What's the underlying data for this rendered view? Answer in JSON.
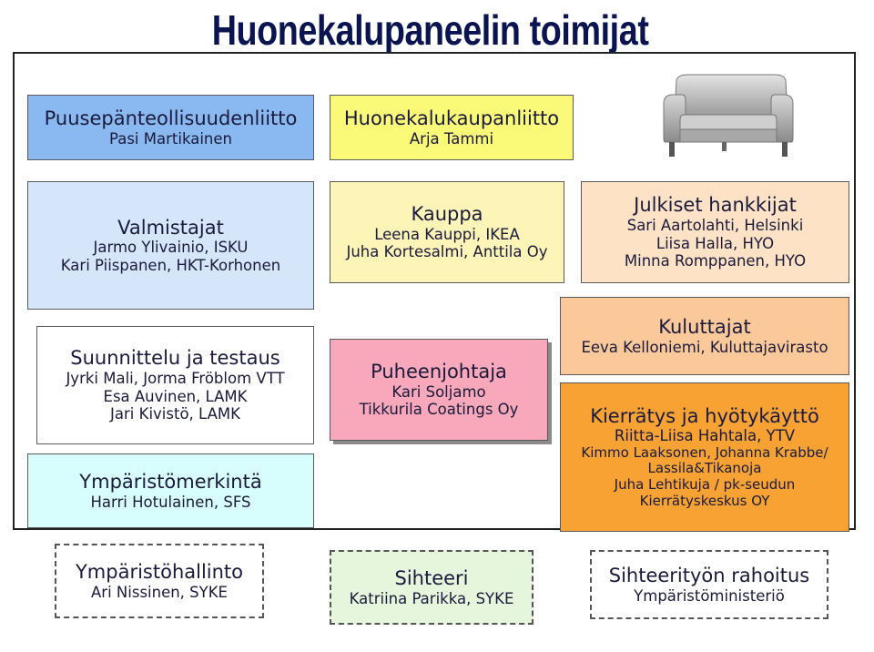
{
  "title": "Huonekalupaneelin toimijat",
  "boxes": {
    "puuseppa": {
      "heading": "Puusepänteollisuudenliitto",
      "lines": [
        "Pasi Martikainen"
      ]
    },
    "kauppaliitto": {
      "heading": "Huonekalukaupanliitto",
      "lines": [
        "Arja Tammi"
      ]
    },
    "valmistajat": {
      "heading": "Valmistajat",
      "lines": [
        "Jarmo Ylivainio, ISKU",
        "Kari Piispanen, HKT-Korhonen"
      ]
    },
    "kauppa": {
      "heading": "Kauppa",
      "lines": [
        "Leena Kauppi, IKEA",
        "Juha Kortesalmi, Anttila Oy"
      ]
    },
    "julkiset": {
      "heading": "Julkiset hankkijat",
      "lines": [
        "Sari Aartolahti, Helsinki",
        "Liisa Halla, HYO",
        "Minna Romppanen, HYO"
      ]
    },
    "suunnittelu": {
      "heading": "Suunnittelu ja testaus",
      "lines": [
        "Jyrki Mali, Jorma Fröblom VTT",
        "Esa Auvinen, LAMK",
        "Jari Kivistö, LAMK"
      ]
    },
    "puheenjohtaja": {
      "heading": "Puheenjohtaja",
      "lines": [
        "Kari Soljamo",
        "Tikkurila Coatings Oy"
      ]
    },
    "kuluttajat": {
      "heading": "Kuluttajat",
      "lines": [
        "Eeva Kelloniemi, Kuluttajavirasto"
      ]
    },
    "kierratys": {
      "heading": "Kierrätys ja hyötykäyttö",
      "lines": [
        "Riitta-Liisa Hahtala, YTV",
        "Kimmo Laaksonen, Johanna Krabbe/",
        "Lassila&Tikanoja",
        "Juha Lehtikuja / pk-seudun",
        "Kierrätyskeskus OY"
      ]
    },
    "ymparistomerkinta": {
      "heading": "Ympäristömerkintä",
      "lines": [
        "Harri Hotulainen, SFS"
      ]
    },
    "ymparistohallinto": {
      "heading": "Ympäristöhallinto",
      "lines": [
        "Ari Nissinen, SYKE"
      ]
    },
    "sihteeri": {
      "heading": "Sihteeri",
      "lines": [
        "Katriina Parikka, SYKE"
      ]
    },
    "rahoitus": {
      "heading": "Sihteerityön rahoitus",
      "lines": [
        "Ympäristöministeriö"
      ]
    }
  },
  "colors": {
    "title": "#0a1450",
    "puuseppa": "#8ab8f0",
    "kauppaliitto": "#fafa78",
    "valmistajat": "#d6e6fa",
    "kauppa": "#fdf4b8",
    "julkiset": "#fde2c6",
    "puheenjohtaja": "#f8a8ba",
    "kuluttajat": "#fbc89a",
    "kierratys": "#f8a234",
    "ymparistomerkinta": "#d8fdfd",
    "sihteeri": "#e6f6dc"
  },
  "icons": {
    "sofa": "sofa-icon"
  }
}
